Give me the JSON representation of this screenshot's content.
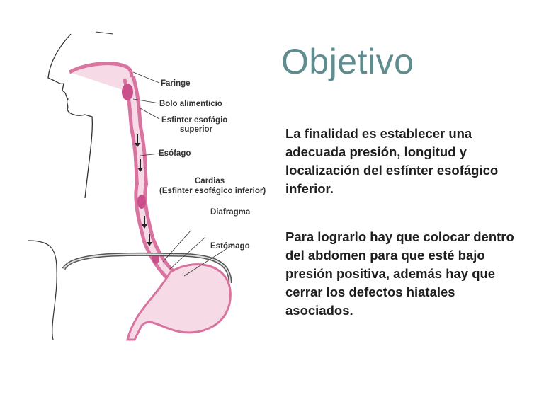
{
  "slide": {
    "title": "Objetivo",
    "paragraphs": [
      "La finalidad es establecer una adecuada presión, longitud y localización del esfínter esofágico inferior.",
      "Para lograrlo hay que colocar dentro del abdomen para que esté bajo presión positiva, además hay que cerrar los defectos hiatales asociados."
    ]
  },
  "diagram": {
    "labels": {
      "faringe": "Faringe",
      "bolo": "Bolo alimenticio",
      "esfinter_sup_1": "Esfinter esofágio",
      "esfinter_sup_2": "superior",
      "esofago": "Esófago",
      "cardias_1": "Cardias",
      "cardias_2": "(Esfinter esofágico inferior)",
      "diafragma": "Diafragma",
      "estomago": "Estómago"
    },
    "colors": {
      "tissue": "#d9739f",
      "lumen": "#f6dbe7",
      "outline": "#333333"
    }
  }
}
